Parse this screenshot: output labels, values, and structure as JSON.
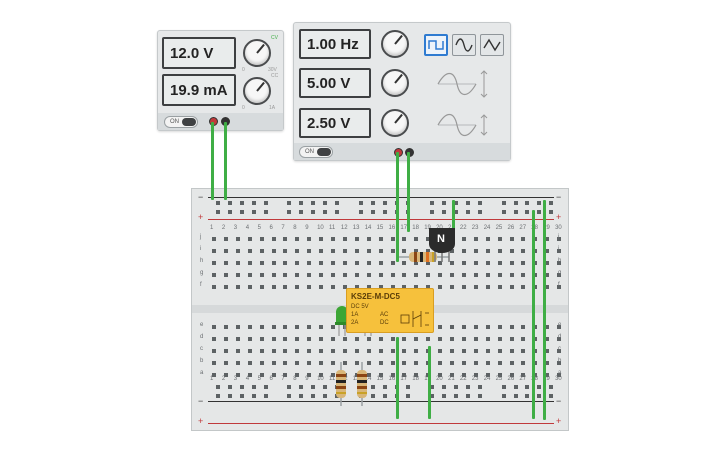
{
  "power_supply": {
    "voltage": "12.0 V",
    "current": "19.9 mA",
    "on_label": "ON",
    "knob_v_min": "0",
    "knob_v_max": "30V",
    "knob_a_min": "0",
    "knob_a_max": "1A",
    "cv_label": "CV",
    "cc_label": "CC"
  },
  "function_generator": {
    "frequency": "1.00 Hz",
    "amplitude": "5.00 V",
    "offset": "2.50 V",
    "on_label": "ON",
    "waveforms": [
      {
        "name": "square",
        "active": true
      },
      {
        "name": "sine",
        "active": false
      },
      {
        "name": "triangle",
        "active": false
      }
    ]
  },
  "breadboard": {
    "columns": [
      "1",
      "2",
      "3",
      "4",
      "5",
      "6",
      "7",
      "8",
      "9",
      "10",
      "11",
      "12",
      "13",
      "14",
      "15",
      "16",
      "17",
      "18",
      "19",
      "20",
      "21",
      "22",
      "23",
      "24",
      "25",
      "26",
      "27",
      "28",
      "29",
      "30"
    ],
    "rows_top": [
      "j",
      "i",
      "h",
      "g",
      "f"
    ],
    "rows_bottom": [
      "e",
      "d",
      "c",
      "b",
      "a"
    ],
    "rail_minus": "−",
    "rail_plus": "+"
  },
  "transistor": {
    "label": "N"
  },
  "relay": {
    "model": "KS2E-M-DC5",
    "spec_line1": "DC 5V",
    "spec_line2": "1A",
    "spec_line3": "2A",
    "ac": "AC",
    "dc": "DC"
  },
  "colors": {
    "wire": "#3fae45",
    "rail_red": "#c0393b",
    "rail_dark": "#333333",
    "led_green": "#3ca635",
    "led_red": "#e0262a",
    "relay": "#f6c13c",
    "active_wave": "#2f7bd1"
  }
}
